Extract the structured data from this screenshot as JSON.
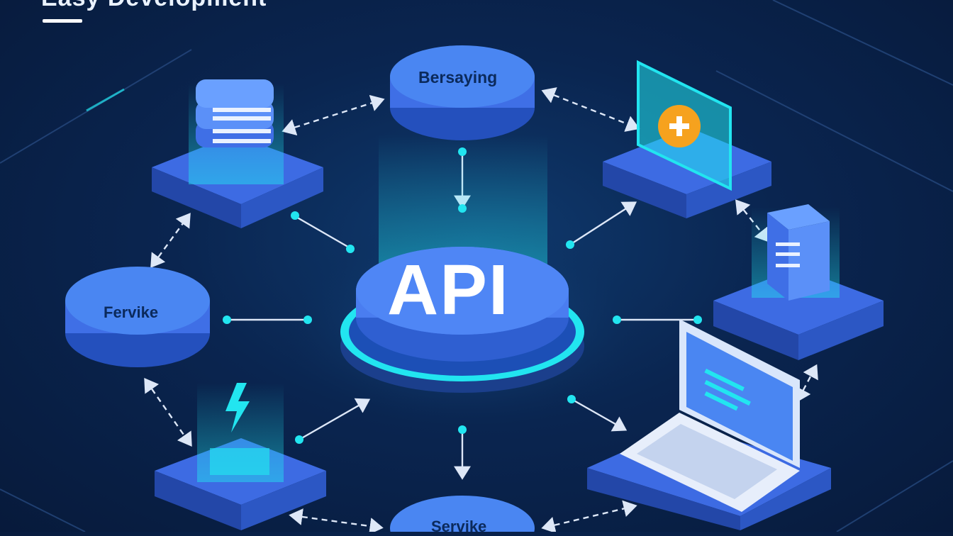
{
  "header": {
    "title": "Easy Development"
  },
  "diagram": {
    "center_label": "API",
    "nodes": {
      "top": "Bersaying",
      "left": "Fervike",
      "bottom": "Servike"
    },
    "icons": [
      "database-icon",
      "add-document-icon",
      "server-icon",
      "laptop-icon",
      "lightning-bolt-icon"
    ],
    "colors": {
      "background": "#0a2550",
      "platform": "#3f6fe6",
      "glow": "#22e5f0",
      "accent_orange": "#f6a21e"
    }
  }
}
